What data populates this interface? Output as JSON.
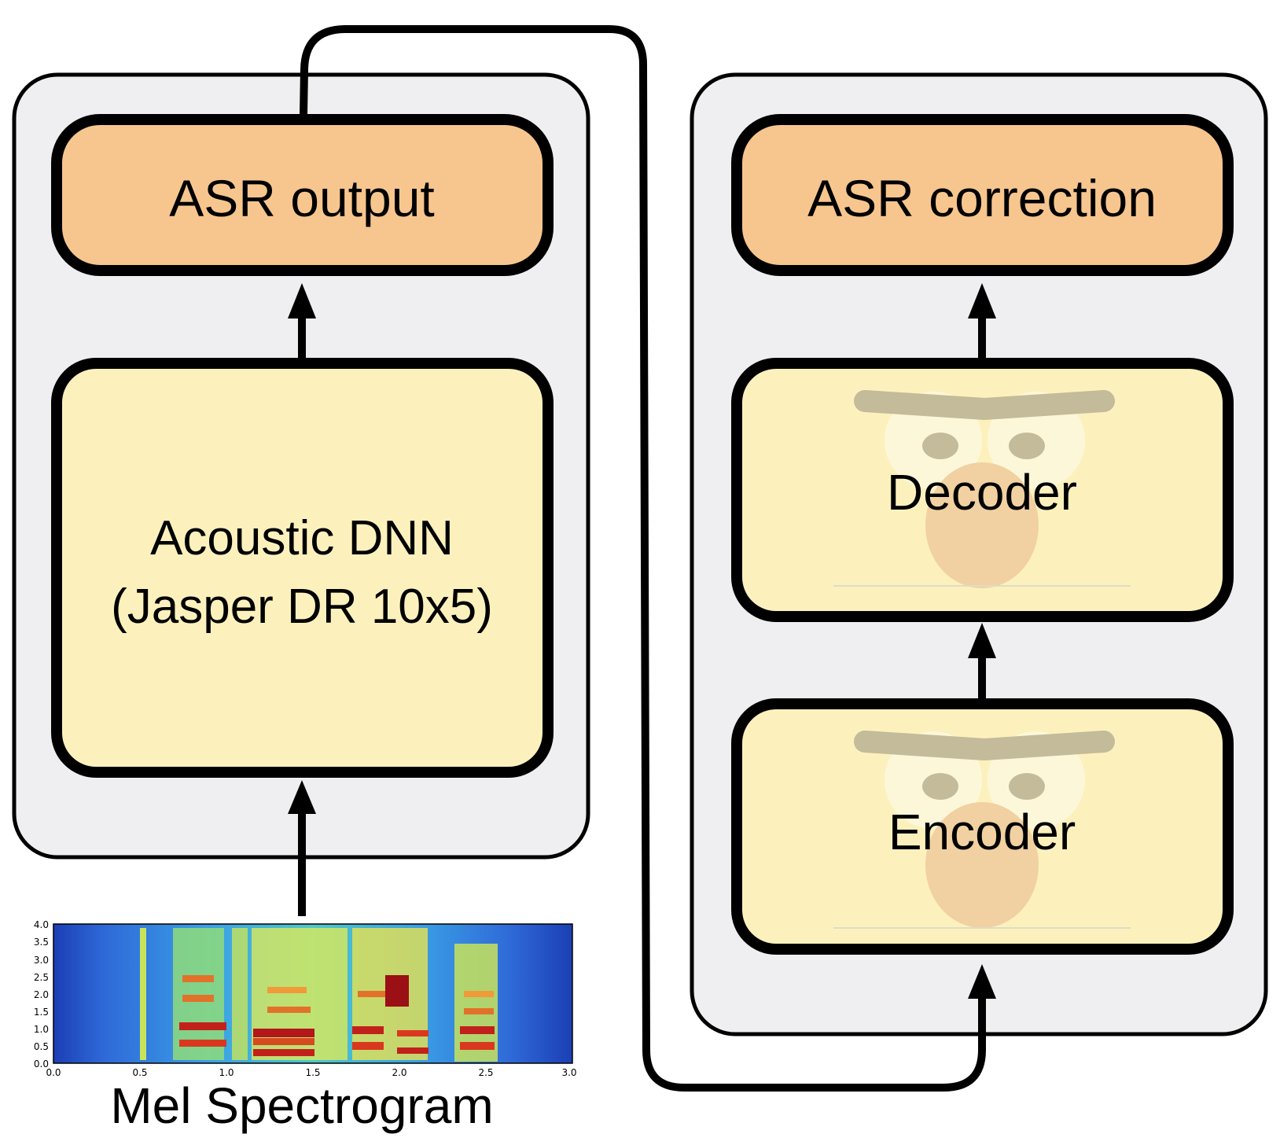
{
  "left_panel": {
    "output_label": "ASR output",
    "model_line1": "Acoustic DNN",
    "model_line2": "(Jasper DR 10x5)"
  },
  "right_panel": {
    "output_label": "ASR correction",
    "decoder_label": "Decoder",
    "encoder_label": "Encoder"
  },
  "spectrogram": {
    "caption": "Mel Spectrogram",
    "y_ticks": [
      "0.0",
      "0.5",
      "1.0",
      "1.5",
      "2.0",
      "2.5",
      "3.0",
      "3.5",
      "4.0"
    ],
    "x_ticks": [
      "0.0",
      "0.5",
      "1.0",
      "1.5",
      "2.0",
      "2.5",
      "3.0"
    ]
  },
  "colors": {
    "panel_bg": "#efeff1",
    "output_box": "#f7c68e",
    "model_box": "#fcf1bd",
    "stroke": "#000000"
  }
}
